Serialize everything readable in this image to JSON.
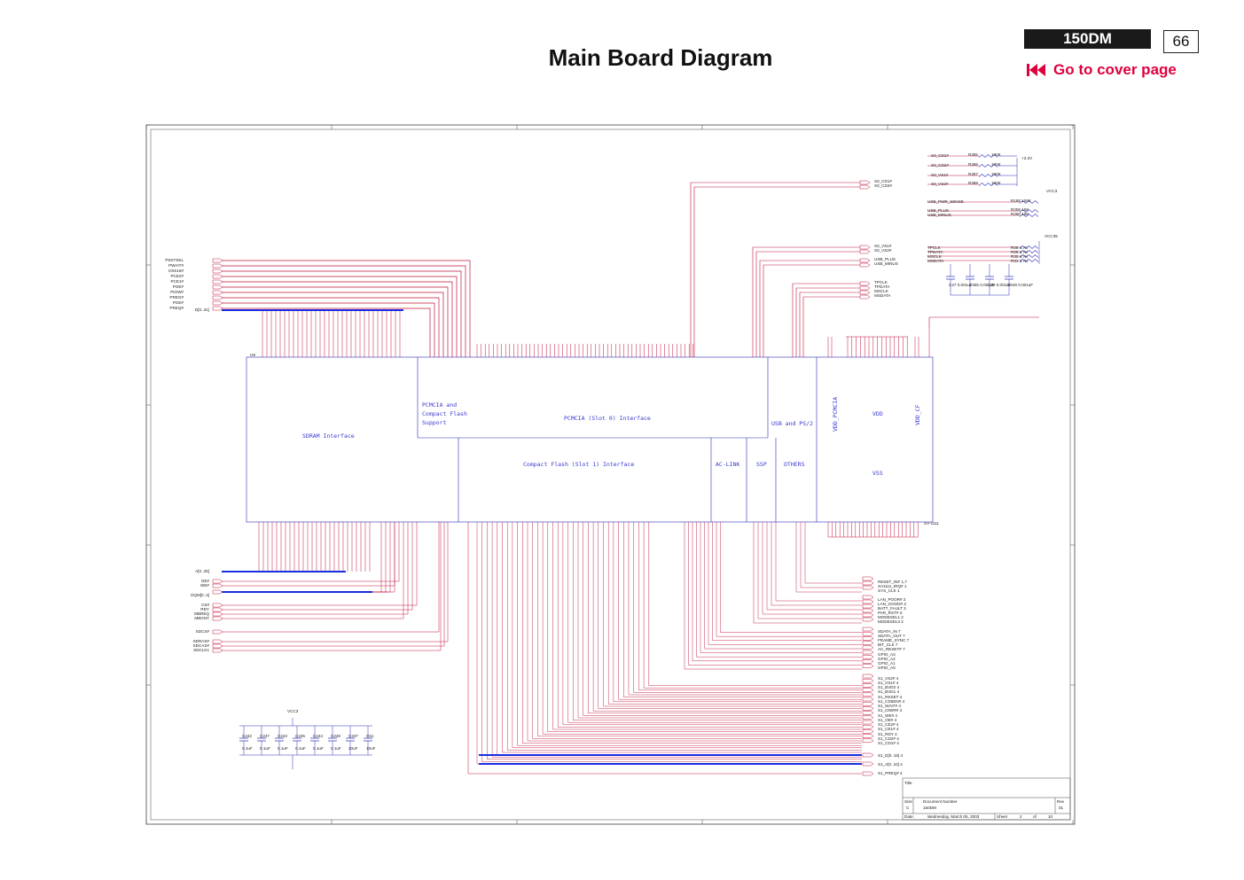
{
  "header": {
    "title": "Main Board  Diagram",
    "model": "150DM",
    "page_number": "66",
    "cover_link": "Go to cover page"
  },
  "blocks": {
    "pcmcia_support": [
      "PCMCIA and",
      "Compact Flash",
      "Support"
    ],
    "slot0": "PCMCIA (Slot 0) Interface",
    "sdram": "SDRAM Interface",
    "slot1": "Compact Flash (Slot 1) Interface",
    "aclink": "AC-LINK",
    "ssp": "SSP",
    "others": "OTHERS",
    "usb": "USB and PS/2",
    "vdd": "VDD",
    "vss": "VSS",
    "vdd_pcmcia": "VDD_PCMCIA",
    "vdd_cf": "VDD_CF",
    "u_ref": "U9",
    "chip": "SA-1111"
  },
  "left_signals": {
    "top": [
      "PSKTSEL",
      "PWAIT#",
      "IOIS16#",
      "PCE2#",
      "PCE1#",
      "POE#",
      "PIOW#",
      "PREG#",
      "POE#",
      "PREQ#"
    ],
    "data": "D[0..31]",
    "addr": "A[0..25]",
    "ctrl1": [
      "OE#",
      "WE#"
    ],
    "dqm": "DQM[0..3]",
    "ctrl2": [
      "CS#",
      "RDY",
      "MBREQ",
      "MBGNT"
    ],
    "sdcs": "SDCS#",
    "sdclk": [
      "SDRAS#",
      "SDCAS#",
      "SDCLK1"
    ]
  },
  "right_signals": {
    "top": [
      "S0_CD1#",
      "S0_CD2#"
    ],
    "vs": [
      "S0_VS1#",
      "S0_VS2#",
      "USB_PLUS",
      "USB_MINUS"
    ],
    "ps2": [
      "TPCLK",
      "TPDATA",
      "MSCLK",
      "MSDATA"
    ],
    "misc": [
      "RESET_INF 1,7",
      "SA1111_IRQ# 1",
      "SYS_CLK 1"
    ],
    "lan": [
      "LAN_POOR# 2",
      "LAN_GOOD# 2",
      "BATT_FAULT 3",
      "PAR_RST# 3",
      "MODESEL1 2",
      "MODESEL0 2"
    ],
    "ac": [
      "SDATA_IN 7",
      "SDATA_OUT 7",
      "FRAME_SYNC 7",
      "BIT_CLK 7",
      "AC_RESET# 7",
      "GPIO_A3",
      "GPIO_A2",
      "GPIO_A1",
      "GPIO_A0"
    ],
    "s1": [
      "S1_VS2# 4",
      "S1_VS1# 4",
      "S1_BVD2 4",
      "S1_BVD1 4",
      "S1_RESET 4",
      "S1_CD5EN# 4",
      "S1_WAIT# 4",
      "S1_IOWR# 4",
      "S1_WE# 4",
      "S1_OE# 4",
      "S1_CE2# 4",
      "S1_CE1# 4",
      "S1_RDY 4",
      "S1_CD2# 4",
      "S1_CD1# 4"
    ],
    "s1_bus": [
      "S1_D[0..15] 4",
      "S1_A[0..10] 4",
      "S1_PREQ# 4"
    ]
  },
  "pullups": {
    "rows": [
      "S0_CD1#",
      "S0_CD2#",
      "S0_VS1#",
      "S0_VS2#"
    ],
    "res": [
      "R365",
      "R366",
      "R367",
      "R368"
    ],
    "val": "100K",
    "rail": "+3.3V",
    "usb": [
      "USB_PWR_SENSE",
      "USB_PLUS",
      "USB_MINUS"
    ],
    "usb_res": [
      "R188 100K",
      "R259 15K",
      "R260 15K"
    ],
    "ps2": [
      "TPCLK",
      "TPDATA",
      "MSCLK",
      "MSDATA"
    ],
    "ps2_res": [
      "R28 4.7K",
      "R29 4.7K",
      "R30 4.7K",
      "R31 4.7K"
    ],
    "caps": [
      "C27 0.001uF",
      "C265 0.001uF",
      "C30 0.001uF",
      "C249 0.001uF"
    ],
    "vcc": "VCC3",
    "vcc35": "VCC35"
  },
  "caps_bottom": {
    "labels": [
      "C242",
      "C247",
      "C243",
      "C245",
      "C244",
      "C246",
      "C237",
      "C51"
    ],
    "values": [
      "0.1uF",
      "0.1uF",
      "0.1uF",
      "0.1uF",
      "0.1uF",
      "0.1uF",
      "10uF",
      "10uF"
    ],
    "rail": "VCC3"
  },
  "title_block": {
    "title_label": "Title",
    "size_label": "Size",
    "size": "C",
    "docnum_label": "Document Number",
    "docnum": "150DM",
    "rev_label": "Rev",
    "rev": "01",
    "date_label": "Date:",
    "date": "Wednesday, March 05, 2003",
    "sheet_label": "Sheet",
    "sheet": "2",
    "of_label": "of",
    "of": "10"
  },
  "colors": {
    "wire": "#c0163a",
    "bus": "#1a2ee0",
    "component": "#2a2ab8",
    "frame": "#444444"
  }
}
